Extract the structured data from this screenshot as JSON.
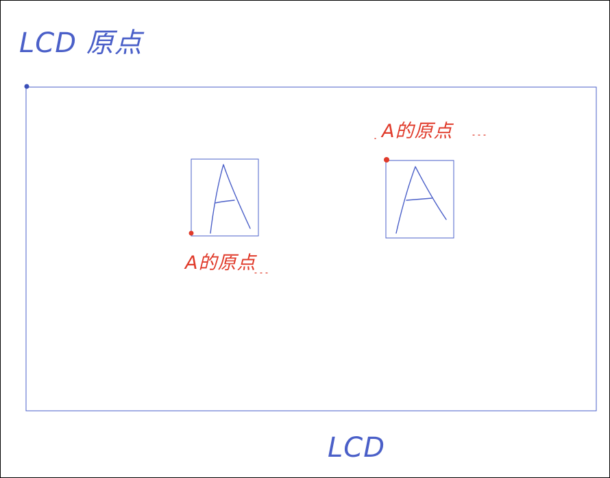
{
  "labels": {
    "lcd_origin": "LCD 原点",
    "lcd": "LCD",
    "a_origin_left": "A的原点",
    "a_origin_right": "A的原点",
    "glyph_left": "A",
    "glyph_right": "A"
  },
  "colors": {
    "blue_ink": "#4a5fc8",
    "red_ink": "#e03a2a",
    "frame": "#000000"
  }
}
